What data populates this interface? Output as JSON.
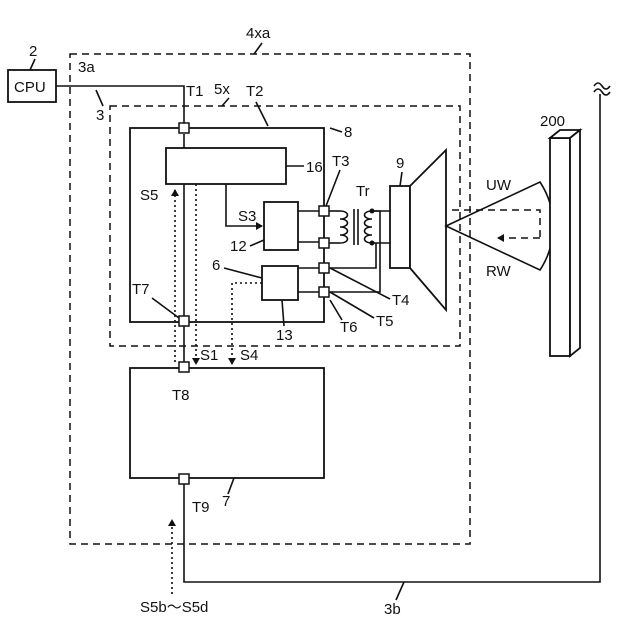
{
  "diagram": {
    "labels": {
      "cpu": "CPU",
      "n2": "2",
      "n3a": "3a",
      "n3": "3",
      "n3b": "3b",
      "n4xa": "4xa",
      "n5x": "5x",
      "n6": "6",
      "n7": "7",
      "n8": "8",
      "n9": "9",
      "n12": "12",
      "n13": "13",
      "n16": "16",
      "n200": "200",
      "T1": "T1",
      "T2": "T2",
      "T3": "T3",
      "T4": "T4",
      "T5": "T5",
      "T6": "T6",
      "T7": "T7",
      "T8": "T8",
      "T9": "T9",
      "S1": "S1",
      "S3": "S3",
      "S4": "S4",
      "S5": "S5",
      "S5bd": "S5b～S5d",
      "Tr": "Tr",
      "UW": "UW",
      "RW": "RW"
    }
  }
}
